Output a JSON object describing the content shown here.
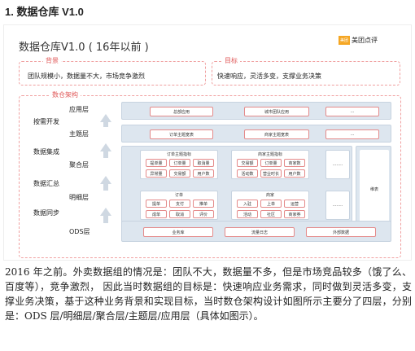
{
  "heading": "1. 数据仓库 V1.0",
  "figure": {
    "title": "数据仓库V1.0 ( 16年以前 )",
    "logo_text": "美团点评",
    "logo_mark": "美团",
    "background_label": "背景",
    "background_text": "团队规模小，数据量不大，市场竞争激烈",
    "goal_label": "目标",
    "goal_text": "快速响应，灵活多变，支撑业务决策",
    "arch_label": "数仓架构",
    "left_labels": {
      "app": "应用层",
      "on_demand": "按需开发",
      "topic": "主题层",
      "data_integration": "数据集成",
      "aggregate": "聚合层",
      "data_summary": "数据汇总",
      "detail": "明细层",
      "data_sync": "数据同步",
      "ods": "ODS层"
    },
    "app_layer": [
      "总部应用",
      "城市团队应用",
      "..."
    ],
    "topic_layer": [
      "订单主题宽表",
      "商家主题宽表",
      "..."
    ],
    "agg": {
      "order_title": "订单主题指标",
      "order_items": [
        "提单量",
        "订单量",
        "取消量",
        "异常量",
        "交易额",
        "用户数"
      ],
      "merchant_title": "商家主题指标",
      "merchant_items": [
        "交易额",
        "订单量",
        "商家数",
        "活动数",
        "营业时长",
        "用户数"
      ],
      "more": "........"
    },
    "detail": {
      "order_title": "订单",
      "order_items": [
        "提单",
        "支付",
        "推单",
        "成单",
        "取消",
        "评价"
      ],
      "merchant_title": "商家",
      "merchant_items": [
        "入驻",
        "上单",
        "运营",
        "活动",
        "社区",
        "商家券"
      ],
      "more": "........"
    },
    "dimension": "维表",
    "ods_layer": [
      "业务库",
      "流量日志",
      "外部数据"
    ]
  },
  "paragraph": "2016 年之前。外卖数据组的情况是：团队不大，数据量不多，但是市场竞品较多（饿了么、百度等），竞争激烈， 因此当时数据组的目标是：快速响应业务需求，同时做到灵活多变，支撑业务决策，基于这种业务背景和实现目标，当时数仓架构设计如图所示主要分了四层，分别是：ODS 层/明细层/聚合层/主题层/应用层（具体如图示）。"
}
